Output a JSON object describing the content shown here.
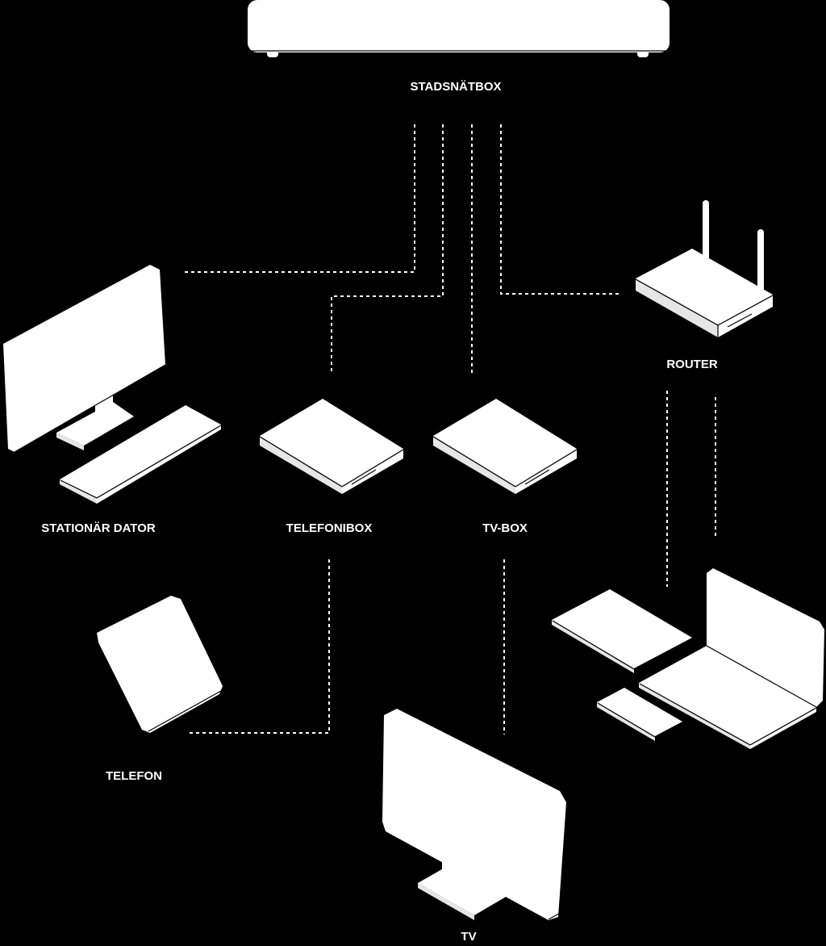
{
  "diagram": {
    "background": "#000000",
    "foreground": "#ffffff",
    "nodes": {
      "stadsnatbox": {
        "label": "STADSNÄTBOX",
        "icon": "network-box-icon"
      },
      "router": {
        "label": "ROUTER",
        "icon": "router-icon"
      },
      "dator": {
        "label": "STATIONÄR DATOR",
        "icon": "desktop-computer-icon"
      },
      "telefonibox": {
        "label": "TELEFONIBOX",
        "icon": "telephony-box-icon"
      },
      "tvbox": {
        "label": "TV-BOX",
        "icon": "tv-box-icon"
      },
      "telefon": {
        "label": "TELEFON",
        "icon": "desk-phone-icon"
      },
      "tv": {
        "label": "TV",
        "icon": "television-icon"
      },
      "wireless_devices": {
        "icon": "laptop-tablet-phone-icon"
      }
    },
    "connections": [
      [
        "stadsnatbox",
        "dator"
      ],
      [
        "stadsnatbox",
        "telefonibox"
      ],
      [
        "stadsnatbox",
        "tvbox"
      ],
      [
        "stadsnatbox",
        "router"
      ],
      [
        "telefonibox",
        "telefon"
      ],
      [
        "tvbox",
        "tv"
      ],
      [
        "router",
        "wireless_devices"
      ]
    ]
  }
}
